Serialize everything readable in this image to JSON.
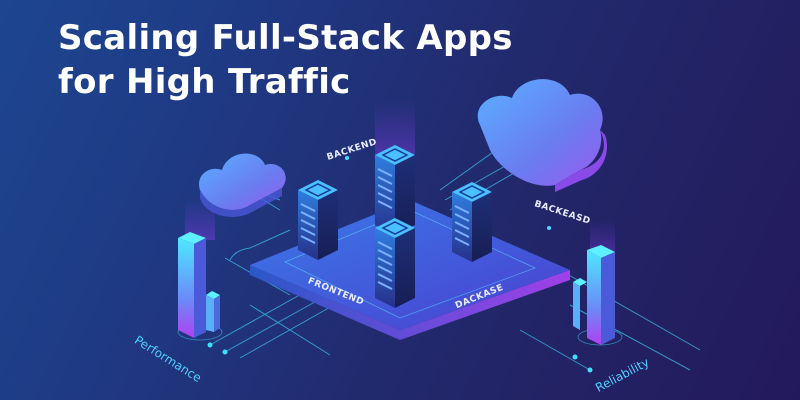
{
  "title": {
    "line1": "Scaling Full-Stack Apps",
    "line2": "for High Traffic"
  },
  "labels": {
    "backend_top": "BACKEND",
    "backend_right": "BACKEASD",
    "frontend": "FRONTEND",
    "database": "DACKASE",
    "performance": "Performance",
    "reliability": "Reliability"
  },
  "icons": [
    "cloud-icon",
    "server-icon",
    "bar-chart-icon",
    "platform-icon"
  ],
  "colors": {
    "bg_start": "#1d4690",
    "bg_end": "#23195a",
    "accent_cyan": "#3fe0ff",
    "accent_purple": "#b040f0",
    "server_face": "#2a6fd0",
    "platform": "#3060d8"
  }
}
